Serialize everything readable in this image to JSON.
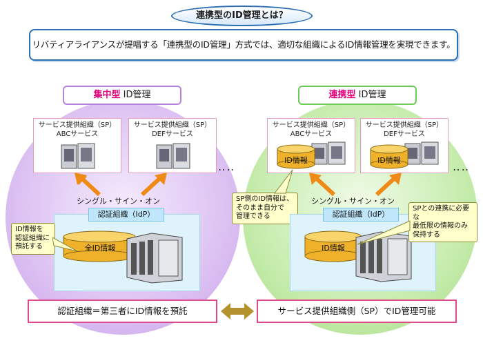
{
  "title": "連携型のID管理とは？",
  "intro": "リバティアライアンスが提唱する「連携型のID管理」方式では、適切な組織によるID情報管理を実現できます。",
  "left": {
    "tab_keyword": "集中型",
    "tab_suffix": " ID管理",
    "sp1": {
      "line1": "サービス提供組織（SP）",
      "line2": "ABCサービス"
    },
    "sp2": {
      "line1": "サービス提供組織（SP）",
      "line2": "DEFサービス"
    },
    "dots": "‥‥",
    "sso": "シングル・サイン・オン",
    "idp": "認証組織（IdP）",
    "note": "ID情報を\n認証組織に\n預託する",
    "cylinder": "全ID情報",
    "bottom": "認証組織＝第三者にID情報を預託"
  },
  "right": {
    "tab_keyword": "連携型",
    "tab_suffix": " ID管理",
    "sp1": {
      "line1": "サービス提供組織（SP）",
      "line2": "ABCサービス",
      "cyl": "ID情報"
    },
    "sp2": {
      "line1": "サービス提供組織（SP）",
      "line2": "DEFサービス",
      "cyl": "ID情報"
    },
    "dots": "‥‥",
    "sso": "シングル・サイン・オン",
    "idp": "認証組織（IdP）",
    "note_sp": "SP側のID情報は、\nそのまま自分で\n管理できる",
    "note_idp": "SPとの連携に必要な\n最低限の情報のみ\n保持する",
    "cylinder": "ID情報",
    "bottom": "サービス提供組織側（SP）でID管理可能"
  },
  "colors": {
    "arrow": "#f08a16",
    "double_arrow": "#b3922e",
    "cylinder": "#f0b12a"
  }
}
